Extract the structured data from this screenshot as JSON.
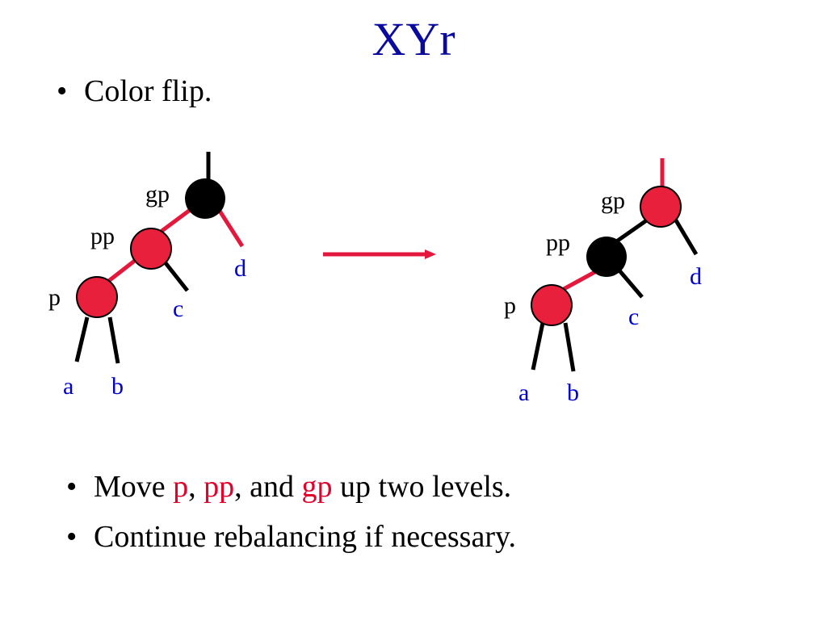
{
  "title": "XYr",
  "bullets": {
    "top": "Color flip.",
    "move": {
      "pre": "Move ",
      "p": "p",
      "sep1": ", ",
      "pp": "pp",
      "sep2": ", and ",
      "gp": "gp",
      "post": " up two levels."
    },
    "continue": "Continue rebalancing if necessary."
  },
  "bullet_glyph": "•",
  "colors": {
    "red_node": "#e8203c",
    "black_node": "#000000",
    "red_edge": "#e3183c",
    "black_edge": "#000000",
    "title": "#0a0aa0",
    "leaf_label": "#0000d0",
    "node_label": "#000000"
  },
  "before": {
    "nodes": [
      {
        "label": "gp",
        "color": "black"
      },
      {
        "label": "pp",
        "color": "red"
      },
      {
        "label": "p",
        "color": "red"
      }
    ],
    "leaves": [
      "a",
      "b",
      "c",
      "d"
    ]
  },
  "after": {
    "nodes": [
      {
        "label": "gp",
        "color": "red"
      },
      {
        "label": "pp",
        "color": "black"
      },
      {
        "label": "p",
        "color": "red"
      }
    ],
    "leaves": [
      "a",
      "b",
      "c",
      "d"
    ]
  }
}
